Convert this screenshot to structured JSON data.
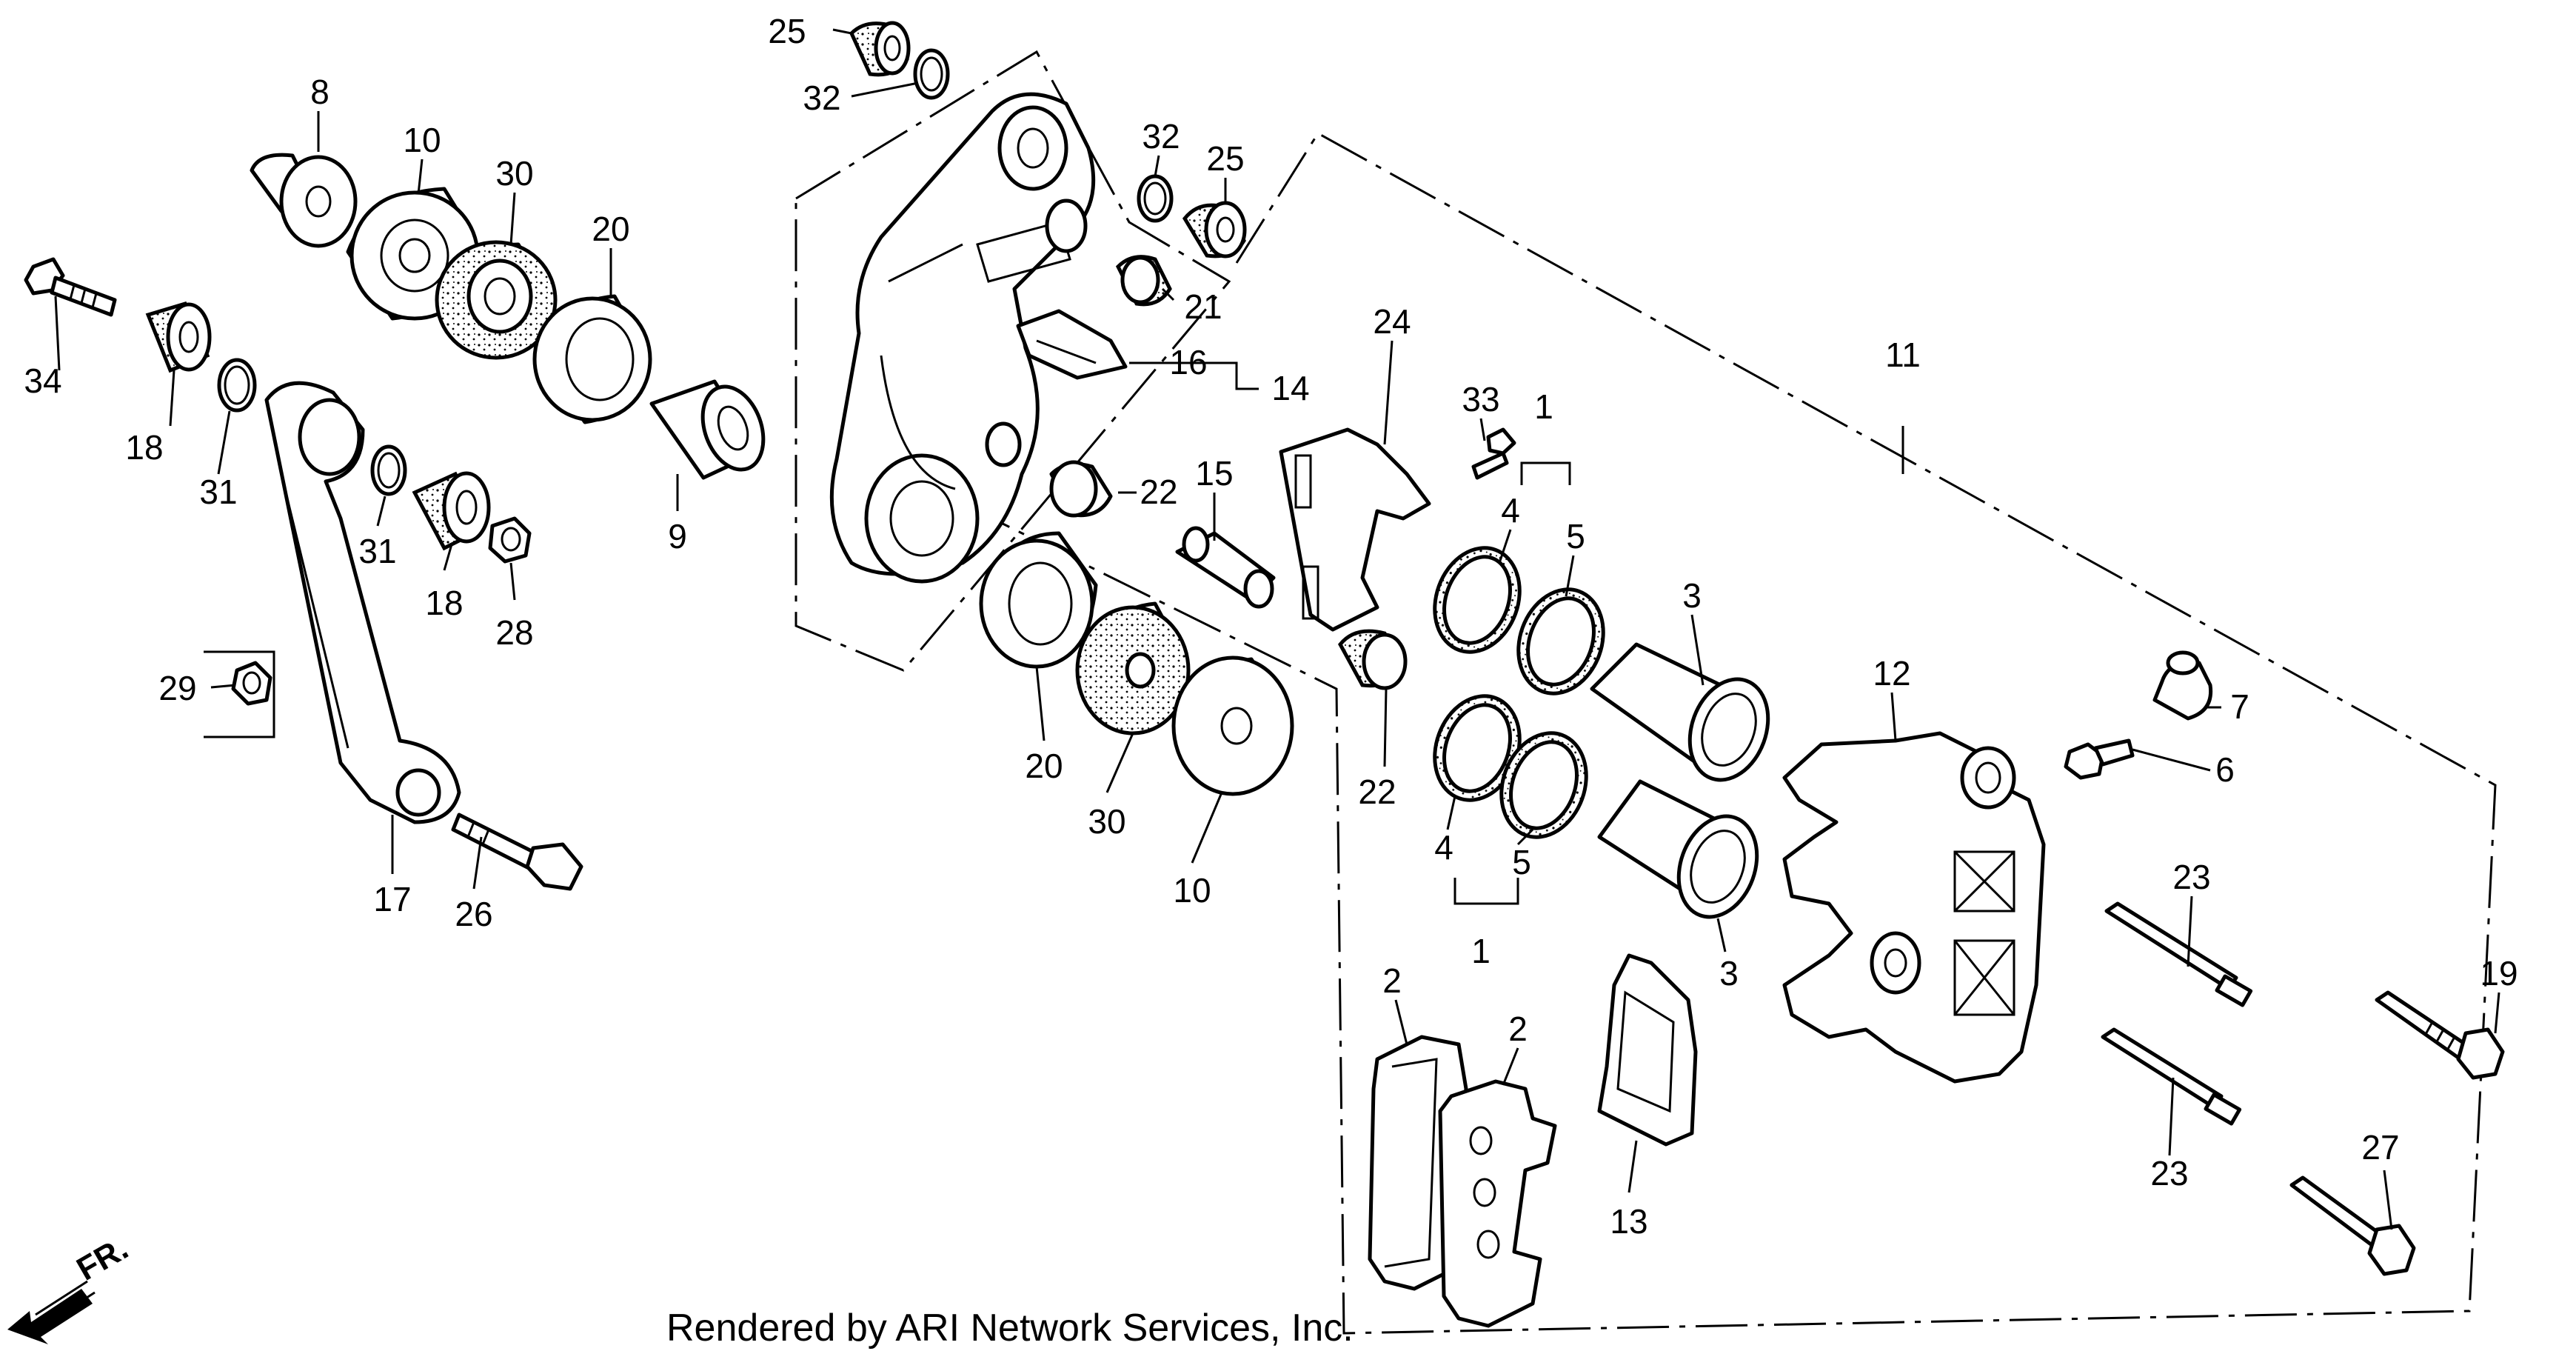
{
  "diagram": {
    "footer": "Rendered by ARI Network Services, Inc.",
    "direction_label": "FR.",
    "icons": {
      "direction": "arrow-left-down-icon"
    },
    "colors": {
      "ink": "#000000",
      "paper": "#ffffff"
    },
    "labels": {
      "l1a": "1",
      "l1b": "1",
      "l2a": "2",
      "l2b": "2",
      "l3a": "3",
      "l3b": "3",
      "l4a": "4",
      "l4b": "4",
      "l5a": "5",
      "l5b": "5",
      "l6": "6",
      "l7": "7",
      "l8": "8",
      "l9": "9",
      "l10a": "10",
      "l10b": "10",
      "l11": "11",
      "l12": "12",
      "l13": "13",
      "l14": "14",
      "l15": "15",
      "l16": "16",
      "l17": "17",
      "l18a": "18",
      "l18b": "18",
      "l19": "19",
      "l20a": "20",
      "l20b": "20",
      "l21": "21",
      "l22a": "22",
      "l22b": "22",
      "l23a": "23",
      "l23b": "23",
      "l24": "24",
      "l25a": "25",
      "l25b": "25",
      "l26": "26",
      "l27": "27",
      "l28": "28",
      "l29": "29",
      "l30a": "30",
      "l30b": "30",
      "l31a": "31",
      "l31b": "31",
      "l32a": "32",
      "l32b": "32",
      "l33": "33",
      "l34": "34"
    }
  }
}
